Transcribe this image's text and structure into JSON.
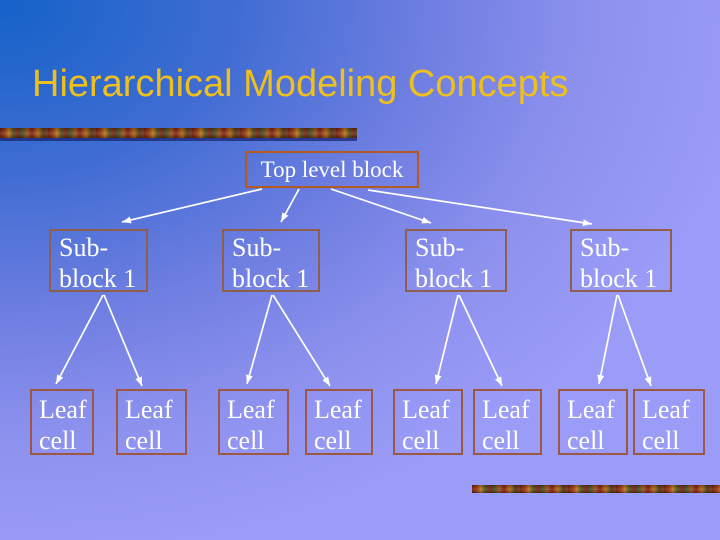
{
  "title": "Hierarchical Modeling Concepts",
  "diagram": {
    "top_block": {
      "label": "Top level block"
    },
    "sub_blocks": [
      {
        "line1": "Sub-",
        "line2": "block 1"
      },
      {
        "line1": "Sub-",
        "line2": "block 1"
      },
      {
        "line1": "Sub-",
        "line2": "block 1"
      },
      {
        "line1": "Sub-",
        "line2": "block 1"
      }
    ],
    "leaf_cells": [
      {
        "line1": "Leaf",
        "line2": "cell"
      },
      {
        "line1": "Leaf",
        "line2": "cell"
      },
      {
        "line1": "Leaf",
        "line2": "cell"
      },
      {
        "line1": "Leaf",
        "line2": "cell"
      },
      {
        "line1": "Leaf",
        "line2": "cell"
      },
      {
        "line1": "Leaf",
        "line2": "cell"
      },
      {
        "line1": "Leaf",
        "line2": "cell"
      },
      {
        "line1": "Leaf",
        "line2": "cell"
      }
    ]
  },
  "colors": {
    "bg_dark": "#1462c8",
    "bg_light": "#9b9cf8",
    "title_color": "#eec01d",
    "top_border": "#b45a1e",
    "sub_border": "#8f5f4b",
    "leaf_border": "#9c5843",
    "box_text": "#ffffff",
    "arrow_color": "#ffffff"
  }
}
